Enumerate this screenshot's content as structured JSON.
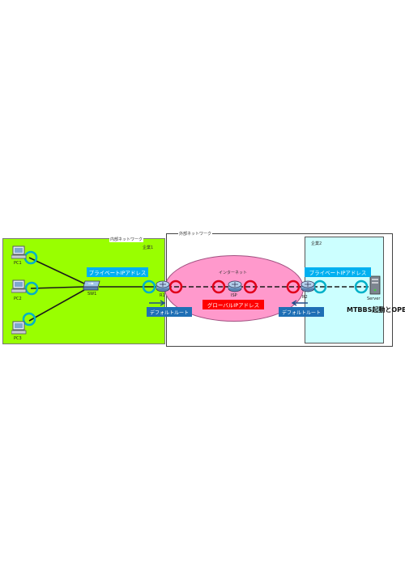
{
  "zones": {
    "internal": "内部ネットワーク",
    "external": "外部ネットワーク",
    "company1": "企業1",
    "company2": "企業2",
    "internet": "インターネット"
  },
  "devices": {
    "pc1": "PC1",
    "pc2": "PC2",
    "pc3": "PC3",
    "sw1": "SW1",
    "r1": "R1",
    "isp": "ISP",
    "r2": "R2",
    "server": "Server"
  },
  "callouts": {
    "private_ip_left": "プライベートIPアドレス",
    "private_ip_right": "プライベートIPアドレス",
    "global_ip": "グローバルIPアドレス",
    "default_route_left": "デフォルトルート",
    "default_route_right": "デフォルトルート"
  },
  "note": "MTBBS起動とOPEN",
  "colors": {
    "internal_fill": "#99ff00",
    "company2_fill": "#ccffff",
    "internet_fill": "#ff99cc",
    "private_label": "#00b0f0",
    "global_label": "#ff0000",
    "default_route": "#1f6fb5",
    "cyan_marker": "#00b0c8",
    "red_marker": "#e0001a"
  }
}
